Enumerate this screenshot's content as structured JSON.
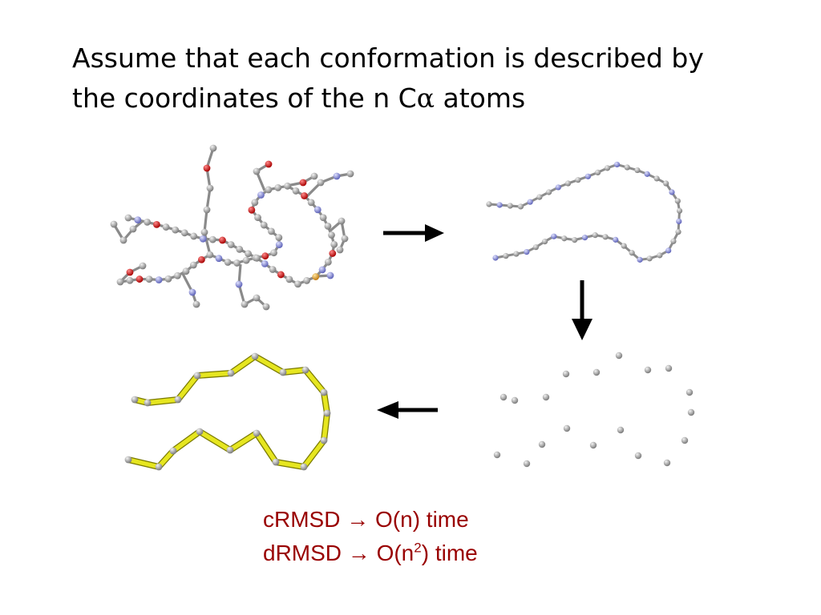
{
  "slide": {
    "title_line1": "Assume that each conformation is described by",
    "title_line2_pre": "the coordinates of the n C",
    "title_line2_alpha": "α",
    "title_line2_post": " atoms",
    "crmsd": {
      "label": "cRMSD",
      "arrow": "→",
      "result": "O(n) time"
    },
    "drmsd": {
      "label": "dRMSD",
      "arrow": "→",
      "result_pre": "O(n",
      "exponent": "2",
      "result_post": ") time"
    }
  },
  "colors": {
    "text": "#000000",
    "caption": "#990000",
    "carbon_atom": "#9a9a9a",
    "oxygen_atom": "#cc0000",
    "nitrogen_atom": "#8a8fd6",
    "sulfur_atom": "#e0a030",
    "backbone_stick": "#e6e620",
    "arrow": "#000000"
  },
  "images": {
    "full_atom_model": "full-atom protein conformation",
    "backbone_model": "backbone N-Cα-C chain",
    "calpha_points": "C-alpha atom point cloud",
    "calpha_trace": "C-alpha trace model"
  }
}
